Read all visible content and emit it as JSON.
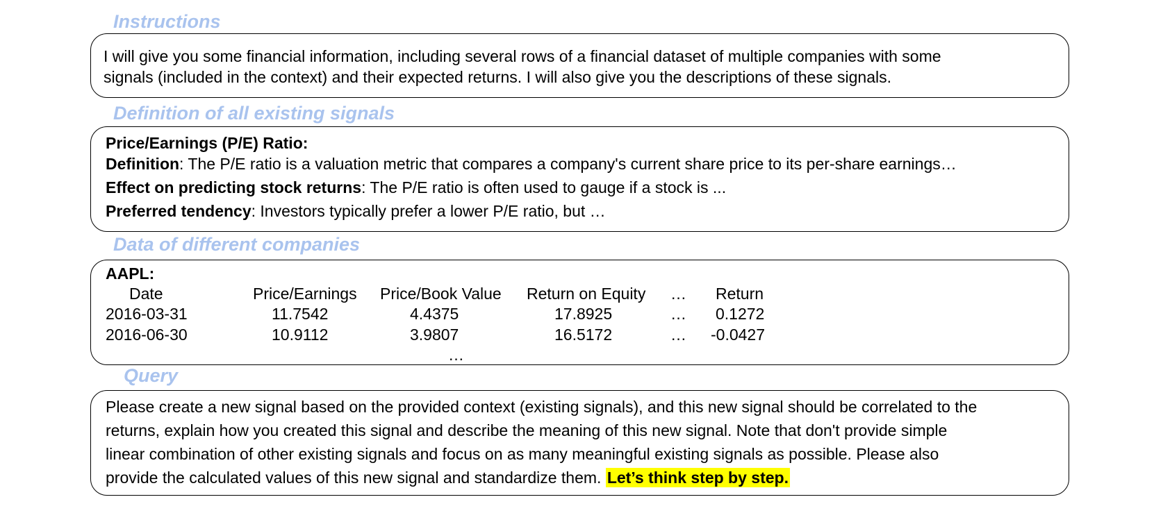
{
  "instructions": {
    "title": "Instructions",
    "lines": [
      "I will give you some financial information, including several rows of a financial dataset of multiple companies with some",
      "signals (included in the context) and their expected returns. I will also give you the descriptions of these signals."
    ]
  },
  "definitions": {
    "title": "Definition of all existing signals",
    "signal_name": "Price/Earnings (P/E) Ratio:",
    "items": [
      {
        "label": "Definition",
        "text": ": The P/E ratio is a valuation metric that compares a company's current share price to its per-share earnings…"
      },
      {
        "label": "Effect on predicting stock returns",
        "text": ": The P/E ratio is often used to gauge if a stock is ..."
      },
      {
        "label": "Preferred tendency",
        "text": ": Investors typically prefer a lower P/E ratio, but …"
      }
    ]
  },
  "data": {
    "title": "Data of different companies",
    "company": "AAPL:",
    "columns": [
      "Date",
      "Price/Earnings",
      "Price/Book Value",
      "Return on Equity",
      "…",
      "Return"
    ],
    "rows": [
      [
        "2016-03-31",
        "11.7542",
        "4.4375",
        "17.8925",
        "…",
        "0.1272"
      ],
      [
        "2016-06-30",
        "10.9112",
        "3.9807",
        "16.5172",
        "…",
        "-0.0427"
      ]
    ],
    "more": "…"
  },
  "query": {
    "title": "Query",
    "lines": [
      "Please create a new signal based on the provided context (existing signals), and this new signal should be correlated to the",
      "returns, explain how you created this signal and describe the meaning of this new signal. Note that don't provide simple",
      "linear combination of other existing signals and focus on as many meaningful existing signals as possible. Please also",
      "provide the calculated values of this new signal and standardize them. "
    ],
    "highlight": "Let’s think step by step."
  },
  "colors": {
    "title_color": "#a9c3ee",
    "highlight": "#ffff00",
    "border": "#000000"
  }
}
